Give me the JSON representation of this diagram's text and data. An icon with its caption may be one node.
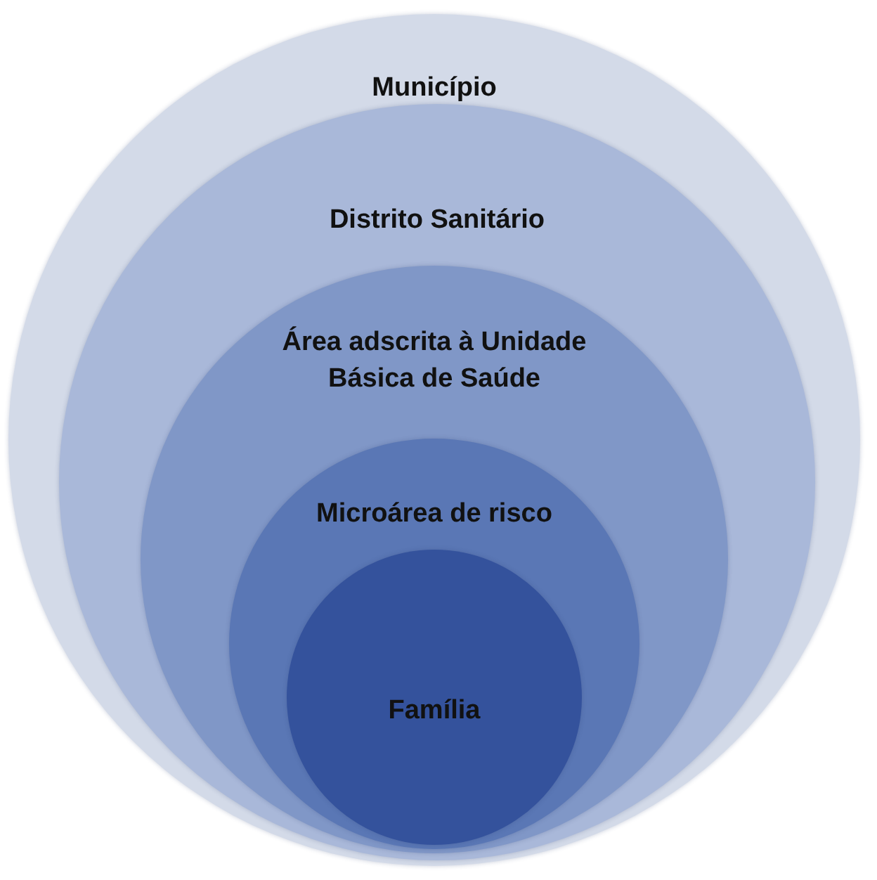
{
  "diagram": {
    "nodes": [
      {
        "text": [
          "Município"
        ]
      },
      {
        "text": [
          "Distrito Sanitário"
        ],
        "in": 0
      },
      {
        "text": [
          "Área adscrita à Unidade Básica de Saúde"
        ],
        "in": 1
      },
      {
        "text": [
          "Microárea de risco"
        ],
        "in": 2
      },
      {
        "text": [
          "Família"
        ],
        "in": 3
      }
    ]
  }
}
